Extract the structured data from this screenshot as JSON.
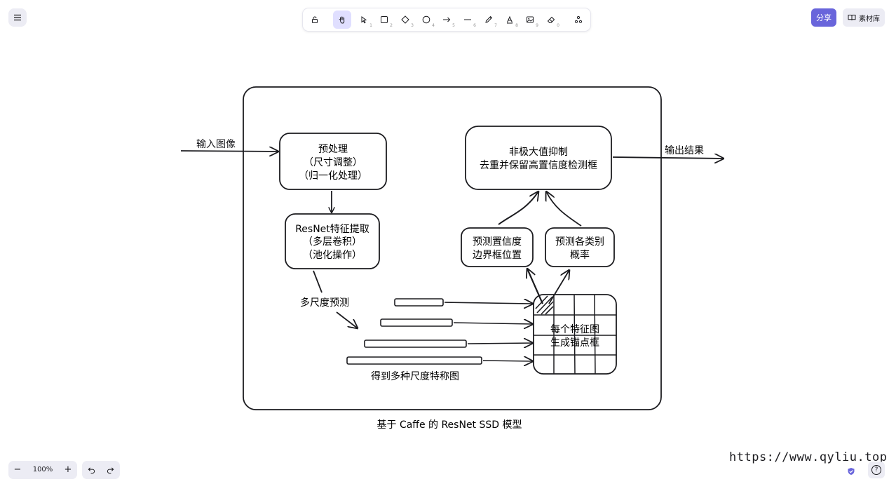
{
  "toolbar": {
    "tools": [
      {
        "name": "lock-icon",
        "key": ""
      },
      {
        "name": "hand-icon",
        "key": ""
      },
      {
        "name": "selection-icon",
        "key": "1"
      },
      {
        "name": "rectangle-icon",
        "key": "2"
      },
      {
        "name": "diamond-icon",
        "key": "3"
      },
      {
        "name": "ellipse-icon",
        "key": "4"
      },
      {
        "name": "arrow-icon",
        "key": "5"
      },
      {
        "name": "line-icon",
        "key": "6"
      },
      {
        "name": "pencil-icon",
        "key": "7"
      },
      {
        "name": "text-icon",
        "key": "8"
      },
      {
        "name": "image-icon",
        "key": "9"
      },
      {
        "name": "eraser-icon",
        "key": "0"
      },
      {
        "name": "extra-tools-icon",
        "key": ""
      }
    ],
    "active_tool": "hand-icon"
  },
  "header": {
    "menu_icon": "hamburger-icon",
    "share_label": "分享",
    "library_label": "素材库",
    "library_icon": "book-icon"
  },
  "footer": {
    "zoom_out": "−",
    "zoom_level": "100%",
    "zoom_in": "+",
    "undo_icon": "undo-icon",
    "redo_icon": "redo-icon",
    "help_icon": "help-icon",
    "help_label": "?",
    "watermark": "https://www.qyliu.top"
  },
  "diagram": {
    "input_label": "输入图像",
    "output_label": "输出结果",
    "preprocess": [
      "预处理",
      "（尺寸调整）",
      "（归一化处理）"
    ],
    "resnet": [
      "ResNet特征提取",
      "（多层卷积）",
      "（池化操作）"
    ],
    "multiscale_label": "多尺度预测",
    "featuremaps_label": "得到多种尺度特称图",
    "anchor": [
      "每个特征图",
      "生成锚点框"
    ],
    "confidence": [
      "预测置信度",
      "边界框位置"
    ],
    "classes": [
      "预测各类别",
      "概率"
    ],
    "nms": [
      "非极大值抑制",
      "去重并保留高置信度检测框"
    ],
    "caption": "基于 Caffe 的 ResNet SSD 模型"
  }
}
